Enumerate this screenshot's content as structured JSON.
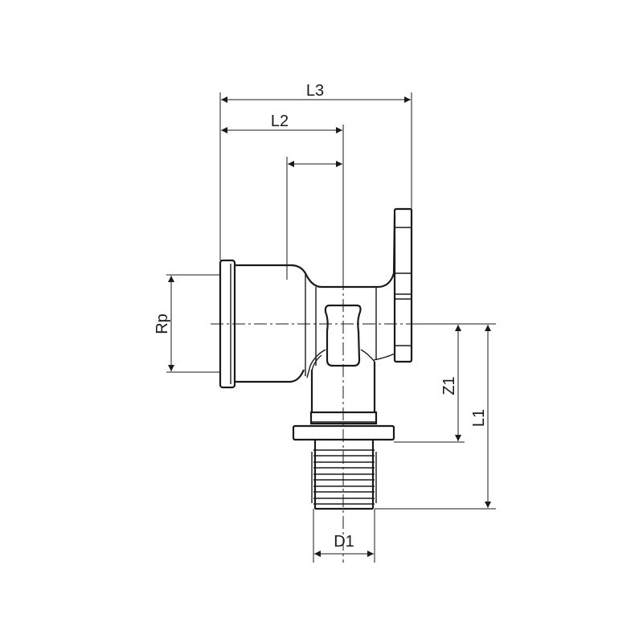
{
  "dimensions": {
    "L3": "L3",
    "L2": "L2",
    "Rp": "Rp",
    "Z1": "Z1",
    "L1": "L1",
    "D1": "D1"
  },
  "colors": {
    "line": "#1a1a1a",
    "background": "#ffffff"
  }
}
